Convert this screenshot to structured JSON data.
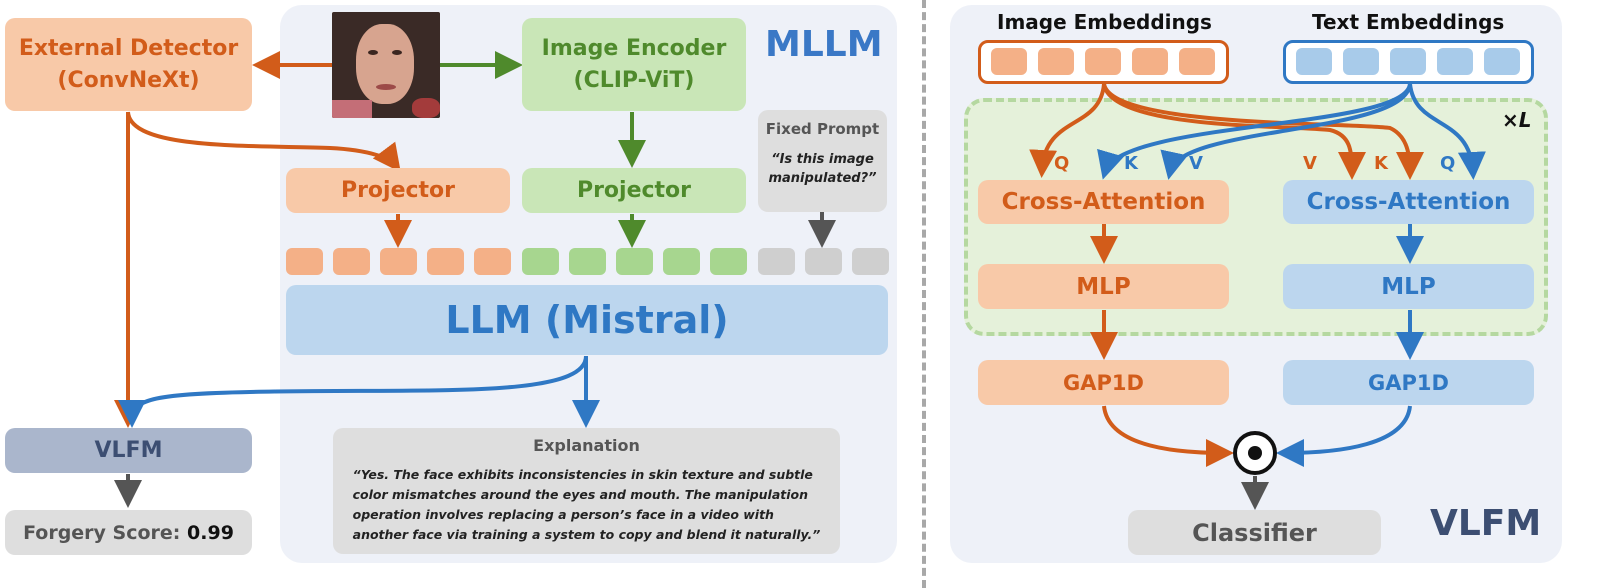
{
  "mllm": {
    "title": "MLLM",
    "external_detector": "External Detector\n(ConvNeXt)",
    "image_encoder": "Image Encoder\n(CLIP-ViT)",
    "projector_left": "Projector",
    "projector_right": "Projector",
    "fixed_prompt_title": "Fixed Prompt",
    "fixed_prompt_text": "“Is this image\nmanipulated?”",
    "llm": "LLM (Mistral)",
    "explanation_title": "Explanation",
    "explanation_text": "“Yes. The face exhibits inconsistencies in skin texture and subtle\ncolor mismatches around the eyes and mouth. The manipulation\noperation involves replacing a person’s face in a video with\nanother face via training a system to copy and blend it naturally.”",
    "vlfm": "VLFM",
    "forgery_label": "Forgery Score: ",
    "forgery_value": "0.99"
  },
  "vlfm_panel": {
    "title": "VLFM",
    "image_embeddings": "Image Embeddings",
    "text_embeddings": "Text Embeddings",
    "repeat": "×L",
    "q_left": "Q",
    "k_left": "K",
    "v_left": "V",
    "v_right": "V",
    "k_right": "K",
    "q_right": "Q",
    "cross_attention_left": "Cross-Attention",
    "cross_attention_right": "Cross-Attention",
    "mlp_left": "MLP",
    "mlp_right": "MLP",
    "gap_left": "GAP1D",
    "gap_right": "GAP1D",
    "classifier": "Classifier"
  },
  "colors": {
    "orange_arrow": "#d25c1a",
    "green_arrow": "#4f8a2c",
    "blue_arrow": "#2f78c4",
    "grey_arrow": "#555555"
  }
}
